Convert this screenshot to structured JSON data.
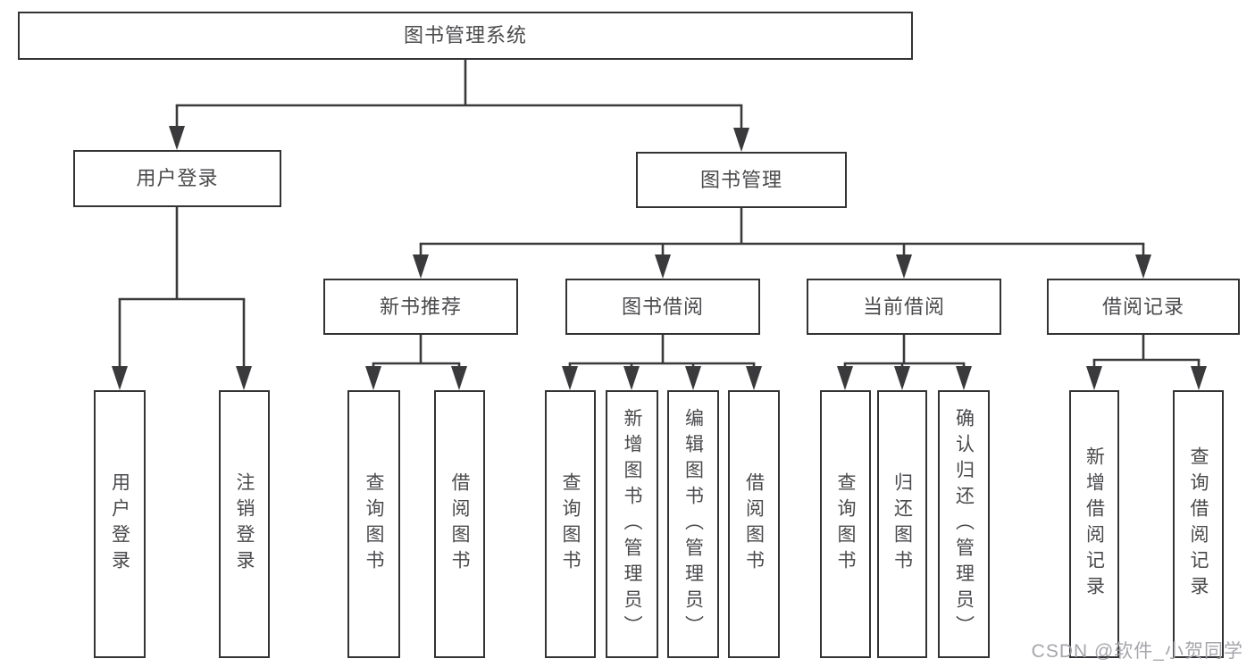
{
  "nodes": {
    "root": "图书管理系统",
    "userLogin": "用户登录",
    "bookManagement": "图书管理",
    "newBookRecommend": "新书推荐",
    "bookBorrowing": "图书借阅",
    "currentBorrowing": "当前借阅",
    "borrowRecords": "借阅记录",
    "leafUserLogin": "用户登录",
    "leafLogoutLogin": "注销登录",
    "leafQueryBooksRec": "查询图书",
    "leafBorrowBooksRec": "借阅图书",
    "leafQueryBooksBor": "查询图书",
    "leafAddBooksAdmin": "新增图书（管理员）",
    "leafEditBooksAdmin": "编辑图书（管理员）",
    "leafBorrowBooksBor": "借阅图书",
    "leafQueryBooksCur": "查询图书",
    "leafReturnBooks": "归还图书",
    "leafConfirmReturnAdmin": "确认归还（管理员）",
    "leafAddBorrowRecord": "新增借阅记录",
    "leafQueryBorrowRecord": "查询借阅记录"
  },
  "watermark": "CSDN @软件_小贺同学"
}
